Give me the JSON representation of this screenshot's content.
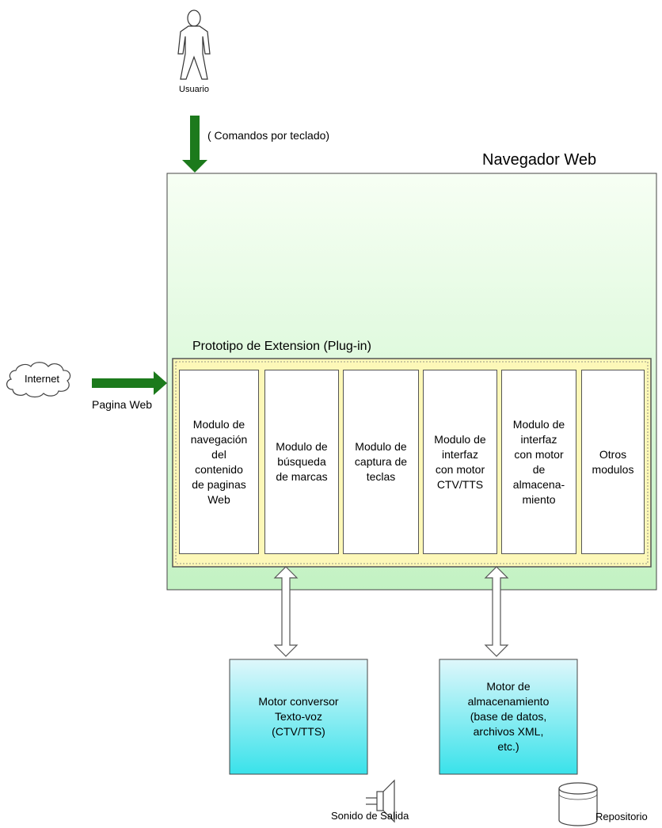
{
  "browser": {
    "title": "Navegador Web"
  },
  "user": {
    "label": "Usuario",
    "command": "( Comandos por teclado)"
  },
  "internet": {
    "label": "Internet",
    "arrow_label": "Pagina Web"
  },
  "plugin": {
    "title": "Prototipo de Extension (Plug-in)",
    "modules": [
      "Modulo de\nnavegación\ndel\ncontenido\nde paginas\nWeb",
      "Modulo de\nbúsqueda\nde marcas",
      "Modulo de\ncaptura de\nteclas",
      "Modulo de\ninterfaz\ncon motor\nCTV/TTS",
      "Modulo de\ninterfaz\ncon motor\nde\nalmacena-\nmiento",
      "Otros\nmodulos"
    ]
  },
  "tts_engine": {
    "label": "Motor conversor\nTexto-voz\n(CTV/TTS)"
  },
  "storage_engine": {
    "label": "Motor de\nalmacenamiento\n(base de datos,\narchivos XML,\netc.)"
  },
  "speaker": {
    "label": "Sonido de Salida"
  },
  "repository": {
    "label": "Repositorio"
  },
  "colors": {
    "browser_fill_top": "#f7fff4",
    "browser_fill_bottom": "#c3f2c3",
    "plugin_fill": "#fdf8b8",
    "engine_fill_top": "#dff7fb",
    "engine_fill_bottom": "#39e2ea",
    "arrow_green": "#1c7a1c"
  }
}
